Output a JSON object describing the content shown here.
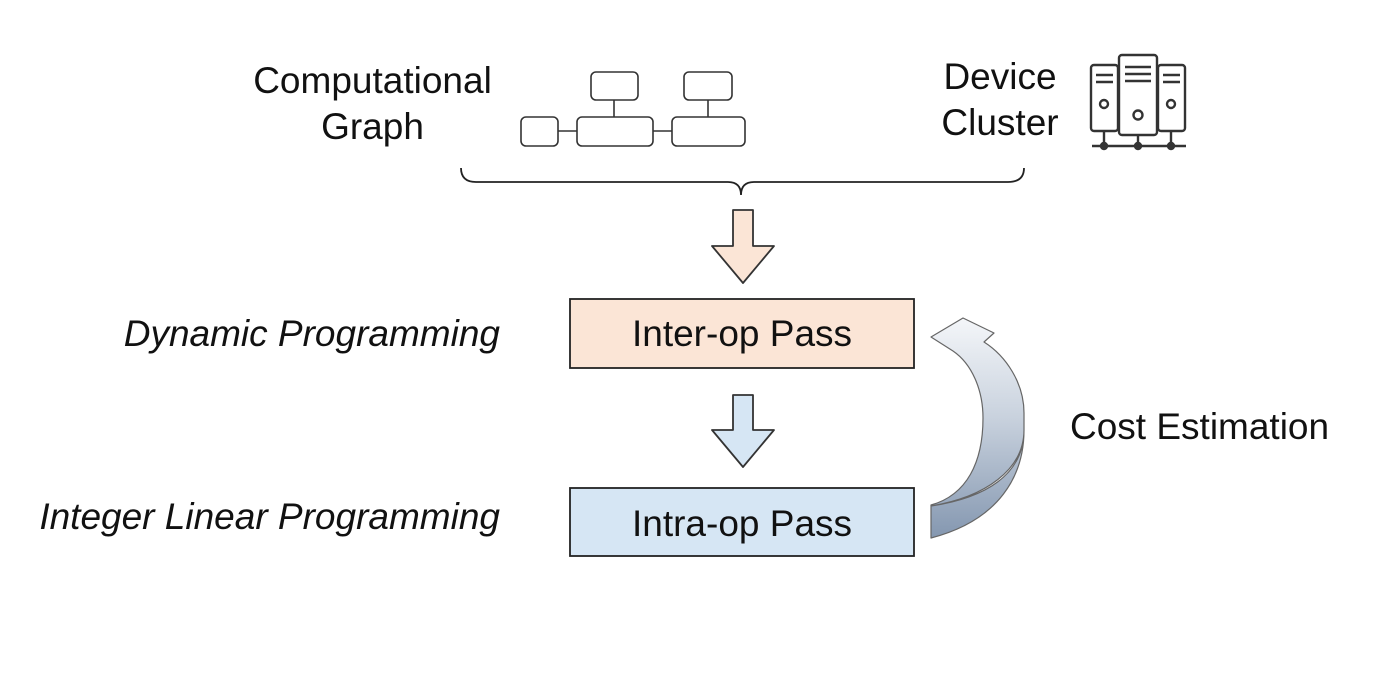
{
  "inputs": {
    "graph_label_line1": "Computational",
    "graph_label_line2": "Graph",
    "cluster_label_line1": "Device",
    "cluster_label_line2": "Cluster",
    "graph_icon": "computational-graph-icon",
    "cluster_icon": "server-rack-icon"
  },
  "passes": {
    "inter_op": {
      "label": "Inter-op Pass",
      "method": "Dynamic Programming",
      "fill": "#fbe5d6"
    },
    "intra_op": {
      "label": "Intra-op Pass",
      "method": "Integer Linear Programming",
      "fill": "#d6e6f4"
    }
  },
  "feedback": {
    "label": "Cost Estimation"
  },
  "colors": {
    "arrow_orange": "#fbe5d6",
    "arrow_blue": "#d6e6f4",
    "feedback_dark": "#8497b0",
    "stroke": "#222222"
  }
}
